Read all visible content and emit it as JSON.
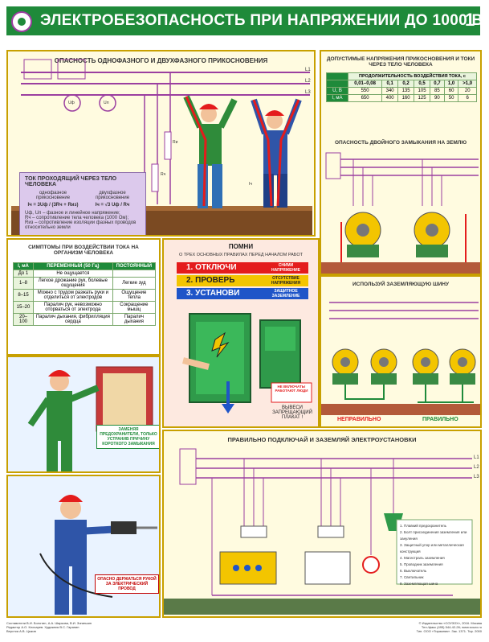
{
  "header": {
    "title": "ЭЛЕКТРОБЕЗОПАСНОСТЬ ПРИ НАПРЯЖЕНИИ ДО 1000 В",
    "number": "1"
  },
  "sec1": {
    "heading": "ОПАСНОСТЬ ОДНОФАЗНОГО И ДВУХФАЗНОГО ПРИКОСНОВЕНИЯ",
    "lines": [
      "L1",
      "L2",
      "L3"
    ],
    "labels": {
      "u1": "Uф",
      "u2": "Uл",
      "ri": "Rи",
      "rch": "Rч",
      "ih": "Iч"
    },
    "formula_box": {
      "title": "ТОК ПРОХОДЯЩИЙ ЧЕРЕЗ ТЕЛО ЧЕЛОВЕКА",
      "col1": "однофазное прикосновение",
      "col2": "двухфазное прикосновение",
      "f1": "Iч = 3Uф / (3Rч + Rиз)",
      "f2": "Iч = √3 Uф / Rч",
      "notes": [
        "Uф, Uл – фазное и линейное напряжение;",
        "Rч – сопротивление тела человека (1000 Ом);",
        "Rиз – сопротивление изоляции фазных проводов относительно земли"
      ]
    }
  },
  "sec2": {
    "heading": "ДОПУСТИМЫЕ НАПРЯЖЕНИЯ ПРИКОСНОВЕНИЯ И ТОКИ ЧЕРЕЗ ТЕЛО ЧЕЛОВЕКА",
    "table": {
      "corner": "",
      "dur_label": "ПРОДОЛЖИТЕЛЬНОСТЬ ВОЗДЕЙСТВИЯ ТОКА, с",
      "cols": [
        "0,01–0,08",
        "0,1",
        "0,2",
        "0,5",
        "0,7",
        "1,0",
        ">1,0"
      ],
      "rows": [
        {
          "label": "U, В",
          "values": [
            "550",
            "340",
            "135",
            "105",
            "85",
            "60",
            "20"
          ]
        },
        {
          "label": "I, мА",
          "values": [
            "650",
            "400",
            "160",
            "125",
            "90",
            "50",
            "6"
          ]
        }
      ]
    },
    "sub_heading": "ОПАСНОСТЬ ДВОЙНОГО ЗАМЫКАНИЯ НА ЗЕМЛЮ"
  },
  "sec3": {
    "heading": "СИМПТОМЫ ПРИ ВОЗДЕЙСТВИИ ТОКА НА ОРГАНИЗМ ЧЕЛОВЕКА",
    "head": [
      "I, мА",
      "ПЕРЕМЕННЫЙ (50 Гц)",
      "ПОСТОЯННЫЙ"
    ],
    "rows": [
      {
        "i": "До 1",
        "ac": "Не ощущается",
        "dc": ""
      },
      {
        "i": "1–8",
        "ac": "Легкое дрожание рук, болевые ощущения",
        "dc": "Легкие зуд"
      },
      {
        "i": "8–15",
        "ac": "Можно с трудом разжать руки и отделиться от электродов",
        "dc": "Ощущение тепла"
      },
      {
        "i": "15–20",
        "ac": "Паралич рук, невозможно оторваться от электрода",
        "dc": "Сокращение мышц"
      },
      {
        "i": "20–100",
        "ac": "Паралич дыхания, фибрилляция сердца",
        "dc": "Паралич дыхания"
      }
    ]
  },
  "sec4": {
    "callout": "ЗАМЕНЯЯ ПРЕДОХРАНИТЕЛИ, ТОЛЬКО УСТРАНИВ ПРИЧИНУ КОРОТКОГО ЗАМЫКАНИЯ",
    "warning": "ОПАСНО ДЕРЖАТЬСЯ РУКОЙ ЗА ЭЛЕКТРИЧЕСКИЙ ПРОВОД"
  },
  "sec5": {
    "heading": "ПОМНИ",
    "sub": "О ТРЕХ ОСНОВНЫХ ПРАВИЛАХ ПЕРЕД НАЧАЛОМ РАБОТ",
    "rules": [
      {
        "num": "1.",
        "word": "ОТКЛЮЧИ",
        "note": "СНИМИ НАПРЯЖЕНИЕ",
        "color": "#e41c1c"
      },
      {
        "num": "2.",
        "word": "ПРОВЕРЬ",
        "note": "ОТСУТСТВИЕ НАПРЯЖЕНИЯ",
        "color": "#f3c500"
      },
      {
        "num": "3.",
        "word": "УСТАНОВИ",
        "note": "ЗАЩИТНОЕ ЗАЗЕМЛЕНИЕ",
        "color": "#1f55c8"
      }
    ],
    "sign": "НЕ ВКЛЮЧАТЬ! РАБОТАЮТ ЛЮДИ",
    "sign_caption": "ВЫВЕСИ ЗАПРЕЩАЮЩИЙ ПЛАКАТ !"
  },
  "sec6": {
    "heading": "ИСПОЛЬЗУЙ ЗАЗЕМЛЯЮЩУЮ ШИНУ",
    "wrong": "НЕПРАВИЛЬНО",
    "right": "ПРАВИЛЬНО"
  },
  "sec7": {
    "heading": "ПРАВИЛЬНО ПОДКЛЮЧАЙ И ЗАЗЕМЛЯЙ ЭЛЕКТРОУСТАНОВКИ",
    "lines": [
      "L1",
      "L2",
      "L3"
    ],
    "legend": [
      "1. Плавкий предохранитель",
      "2. Болт присоединения заземления или зануления",
      "3. Защитный упор или металлическая конструкция",
      "4. Магистраль заземления",
      "5. Проводник заземления",
      "6. Выключатель",
      "7. Светильник",
      "8. Заземляющая шина"
    ]
  },
  "footer": {
    "left": [
      "Составители В.И. Болотин, А.А. Шаркова, В.И. Зиганшин",
      "Редактор А.О. Клочарев. Художник В.С. Гаранин",
      "Верстка А.В. Цыков"
    ],
    "right": [
      "© Издательство «СОУЗОХ», 2016. Москва",
      "Тел./факс (495) 544-42-26; www.souzo.ru",
      "Тип. ООО «Тиражник». Зак. 1371. Тир. 2000"
    ]
  },
  "colors": {
    "green": "#1f8a3a",
    "yellow": "#fffbe0",
    "purple": "#9b3fa0",
    "red": "#e41c1c",
    "blue": "#1f55c8"
  }
}
